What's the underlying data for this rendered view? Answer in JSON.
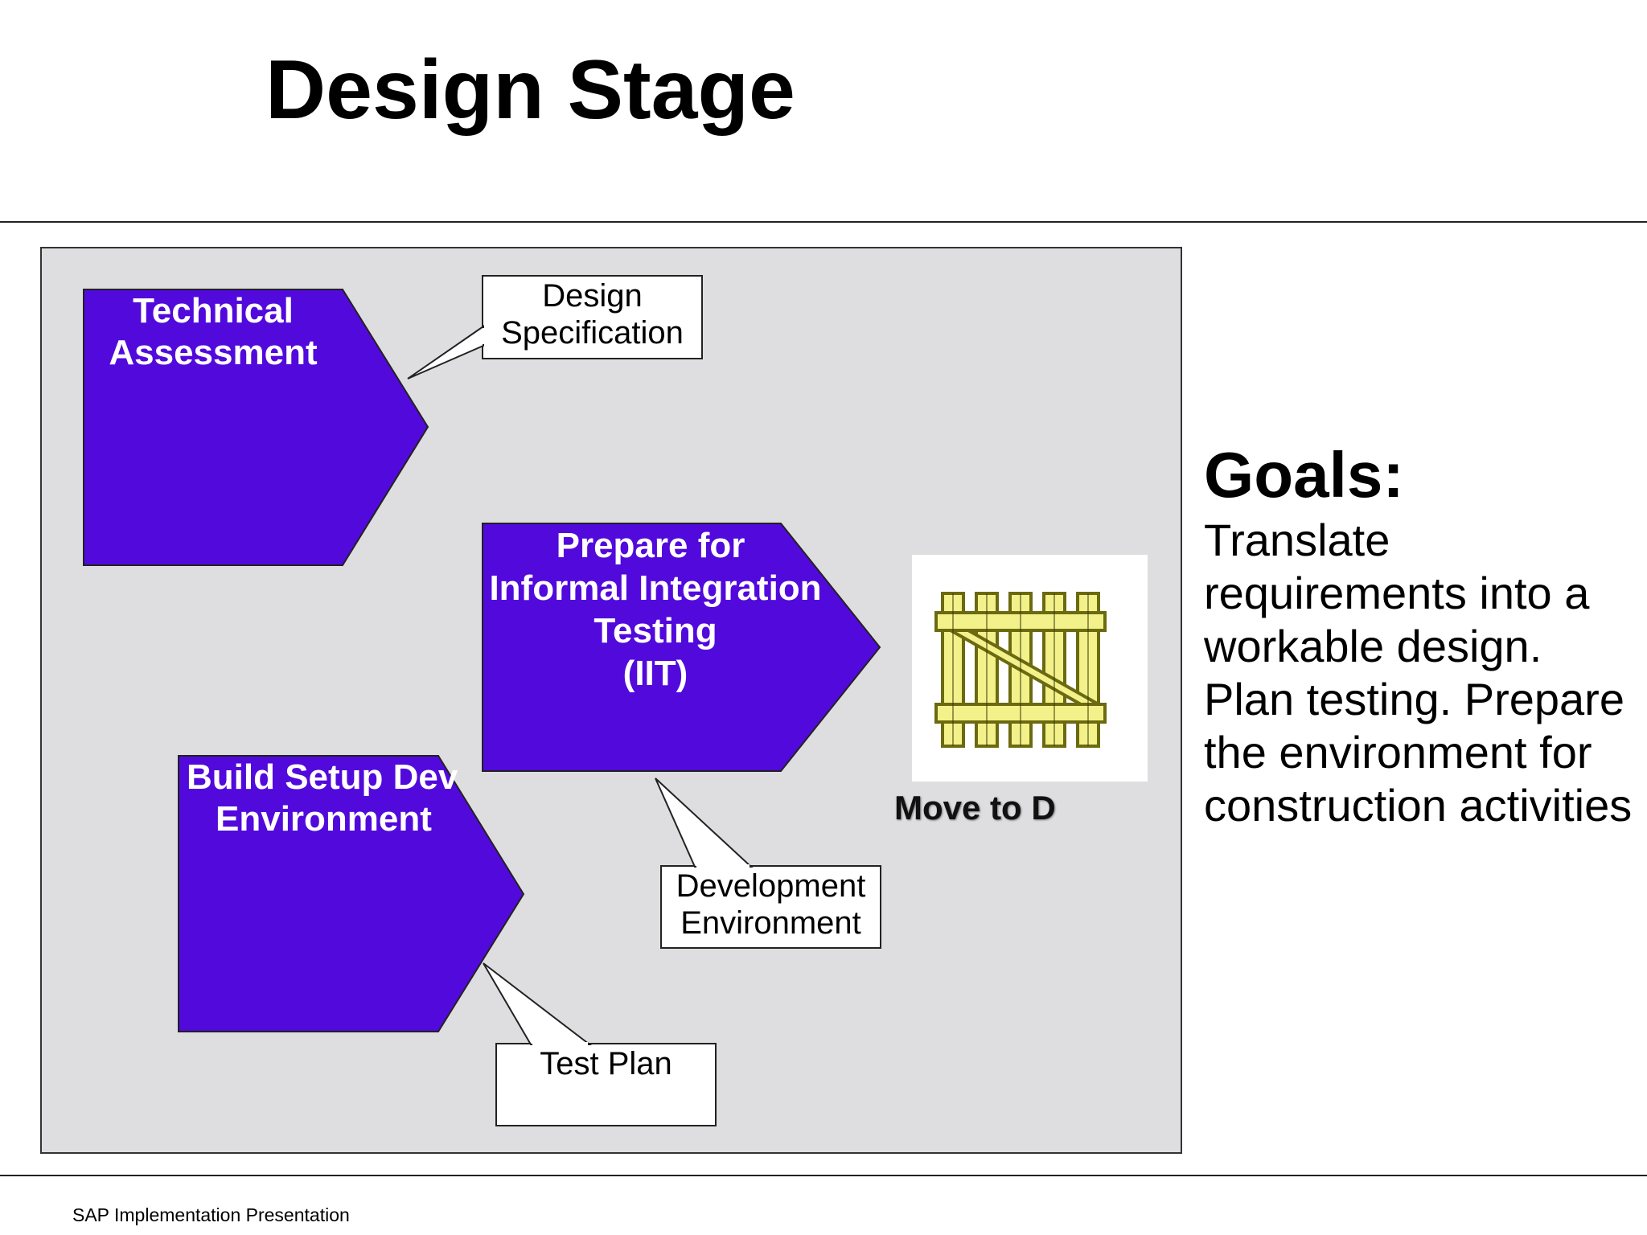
{
  "slide": {
    "title": "Design Stage",
    "footer": "SAP Implementation Presentation"
  },
  "diagram": {
    "colors": {
      "step_fill": "#5209dc",
      "background": "#dedde0",
      "gate_fill": "#f3f18a"
    },
    "steps": [
      {
        "label_line1": "Technical",
        "label_line2": "Assessment"
      },
      {
        "label_line1": "Prepare for",
        "label_line2": "Informal Integration",
        "label_line3": "Testing",
        "label_line4": "(IIT)"
      },
      {
        "label_line1": "Build Setup Dev",
        "label_line2": "Environment"
      }
    ],
    "callouts": [
      {
        "line1": "Design",
        "line2": "Specification"
      },
      {
        "line1": "Development",
        "line2": "Environment"
      },
      {
        "line1": "Test Plan"
      }
    ],
    "gate": {
      "icon": "gate-icon",
      "label": "Move to D"
    }
  },
  "goals": {
    "heading": "Goals:",
    "text": "Translate requirements into a workable design. Plan testing. Prepare the environment for construction activities"
  }
}
